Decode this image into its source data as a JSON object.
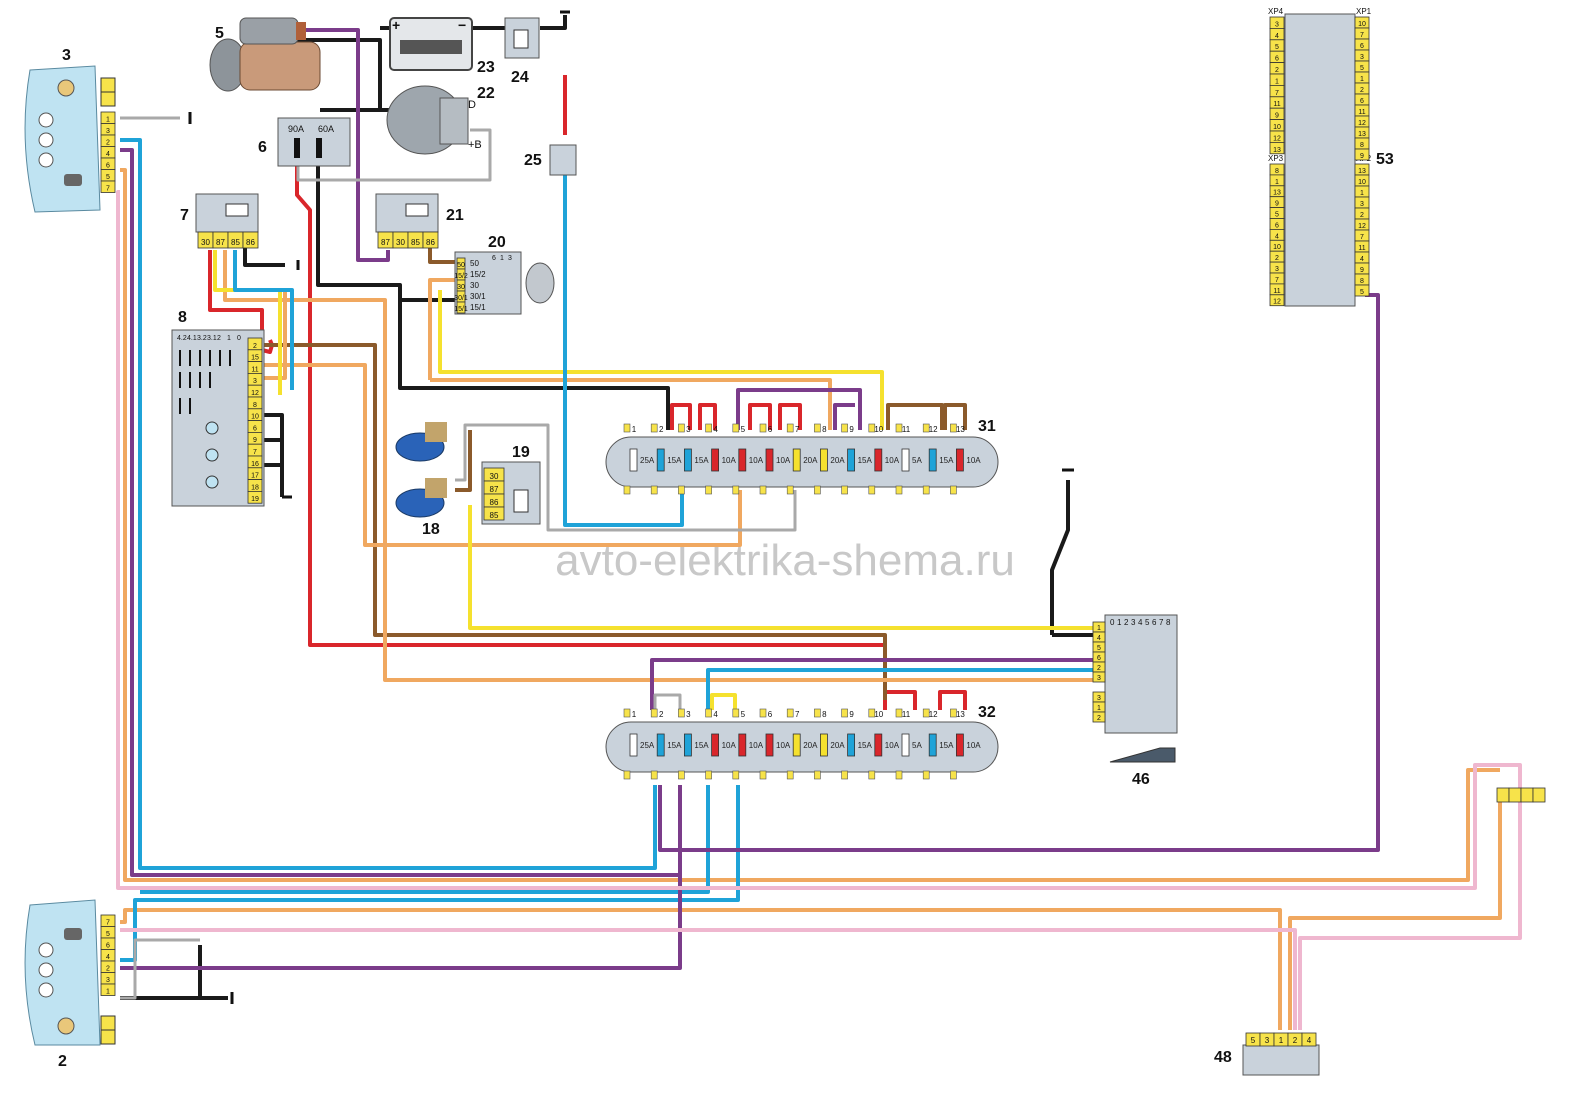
{
  "watermark": "avto-elektrika-shema.ru",
  "colors": {
    "black": "#1a1a1a",
    "red": "#d9262b",
    "brown": "#8b5a2b",
    "orange": "#f0a860",
    "yellow": "#f5e12e",
    "blue": "#1fa3d8",
    "purple": "#7b3c8a",
    "pink": "#efb7cf",
    "grey": "#a9a9a9",
    "connector": "#f7e34a",
    "module": "#c9d2db",
    "headlamp": "#bfe3f2"
  },
  "components": {
    "c2": "2",
    "c3": "3",
    "c5": "5",
    "c6": "6",
    "c7": "7",
    "c8": "8",
    "c18": "18",
    "c19": "19",
    "c20": "20",
    "c21": "21",
    "c22": "22",
    "c23": "23",
    "c24": "24",
    "c25": "25",
    "c31": "31",
    "c32": "32",
    "c46": "46",
    "c48": "48",
    "c53": "53"
  },
  "battery": {
    "plus": "+",
    "minus": "−"
  },
  "generator": {
    "pin_d": "D",
    "pin_b": "+B"
  },
  "fuse_block_6": {
    "f1": "90A",
    "f2": "60A"
  },
  "relay_7": {
    "pins": [
      "30",
      "87",
      "85",
      "86"
    ]
  },
  "relay_21": {
    "pins": [
      "87",
      "30",
      "85",
      "86"
    ]
  },
  "relay_19": {
    "pins": [
      "30",
      "87",
      "86",
      "85"
    ]
  },
  "ignition_20": {
    "pins": [
      "50",
      "15/2",
      "30",
      "30/1",
      "15/1"
    ],
    "header": [
      "6",
      "1",
      "3"
    ]
  },
  "switch_8": {
    "header": [
      "4.2",
      "4.1",
      "3.2",
      "3.1",
      "2",
      "1",
      "0"
    ],
    "pins": [
      "2",
      "15",
      "11",
      "3",
      "12",
      "8",
      "10",
      "6",
      "9",
      "7",
      "16",
      "17",
      "18",
      "19"
    ]
  },
  "fuse_box": {
    "numbers": [
      "1",
      "2",
      "3",
      "4",
      "5",
      "6",
      "7",
      "8",
      "9",
      "10",
      "11",
      "12",
      "13"
    ],
    "ratings": [
      "25A",
      "15A",
      "15A",
      "10A",
      "10A",
      "10A",
      "20A",
      "20A",
      "15A",
      "10A",
      "5A",
      "15A",
      "10A"
    ],
    "fuse_colors": [
      "#ffffff",
      "#1fa3d8",
      "#1fa3d8",
      "#d9262b",
      "#d9262b",
      "#d9262b",
      "#f5e12e",
      "#f5e12e",
      "#1fa3d8",
      "#d9262b",
      "#ffffff",
      "#1fa3d8",
      "#d9262b"
    ]
  },
  "switch_46": {
    "header": [
      "0",
      "1",
      "2",
      "3",
      "4",
      "5",
      "6",
      "7",
      "8"
    ],
    "pins": [
      "1",
      "4",
      "5",
      "6",
      "2",
      "3",
      "3",
      "1",
      "2"
    ]
  },
  "headlamp_3": {
    "pins": [
      "1",
      "3",
      "2",
      "4",
      "6",
      "5",
      "7"
    ]
  },
  "headlamp_2": {
    "pins": [
      "7",
      "5",
      "6",
      "4",
      "2",
      "3",
      "1"
    ]
  },
  "module_53": {
    "xp4": "XP4",
    "xp1": "XP1",
    "xp3": "XP3",
    "xp2": "XP2",
    "xp4_pins": [
      "3",
      "4",
      "5",
      "6",
      "2",
      "1",
      "7",
      "11",
      "9",
      "10",
      "12",
      "13"
    ],
    "xp1_pins": [
      "10",
      "7",
      "6",
      "3",
      "5",
      "1",
      "2",
      "6",
      "11",
      "12",
      "13",
      "8",
      "9"
    ],
    "xp3_pins": [
      "8",
      "1",
      "13",
      "9",
      "5",
      "6",
      "4",
      "10",
      "2",
      "3",
      "7",
      "11",
      "12"
    ],
    "xp2_pins": [
      "13",
      "10",
      "1",
      "3",
      "2",
      "12",
      "7",
      "11",
      "4",
      "9",
      "8",
      "5"
    ]
  },
  "connector_48": {
    "pins": [
      "5",
      "3",
      "1",
      "2",
      "4"
    ]
  }
}
